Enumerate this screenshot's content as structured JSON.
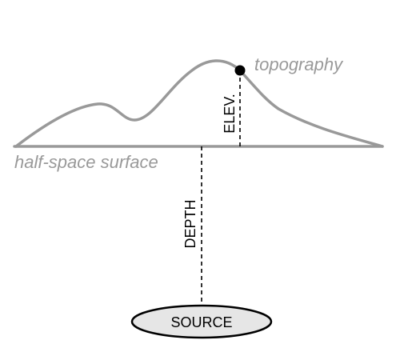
{
  "labels": {
    "topography": "topography",
    "surface": "half-space surface",
    "elevation": "ELEV.",
    "depth": "DEPTH",
    "source": "SOURCE"
  },
  "colors": {
    "gray": "#999999",
    "black": "#000000",
    "source_fill": "#e6e6e6",
    "background": "#ffffff"
  }
}
